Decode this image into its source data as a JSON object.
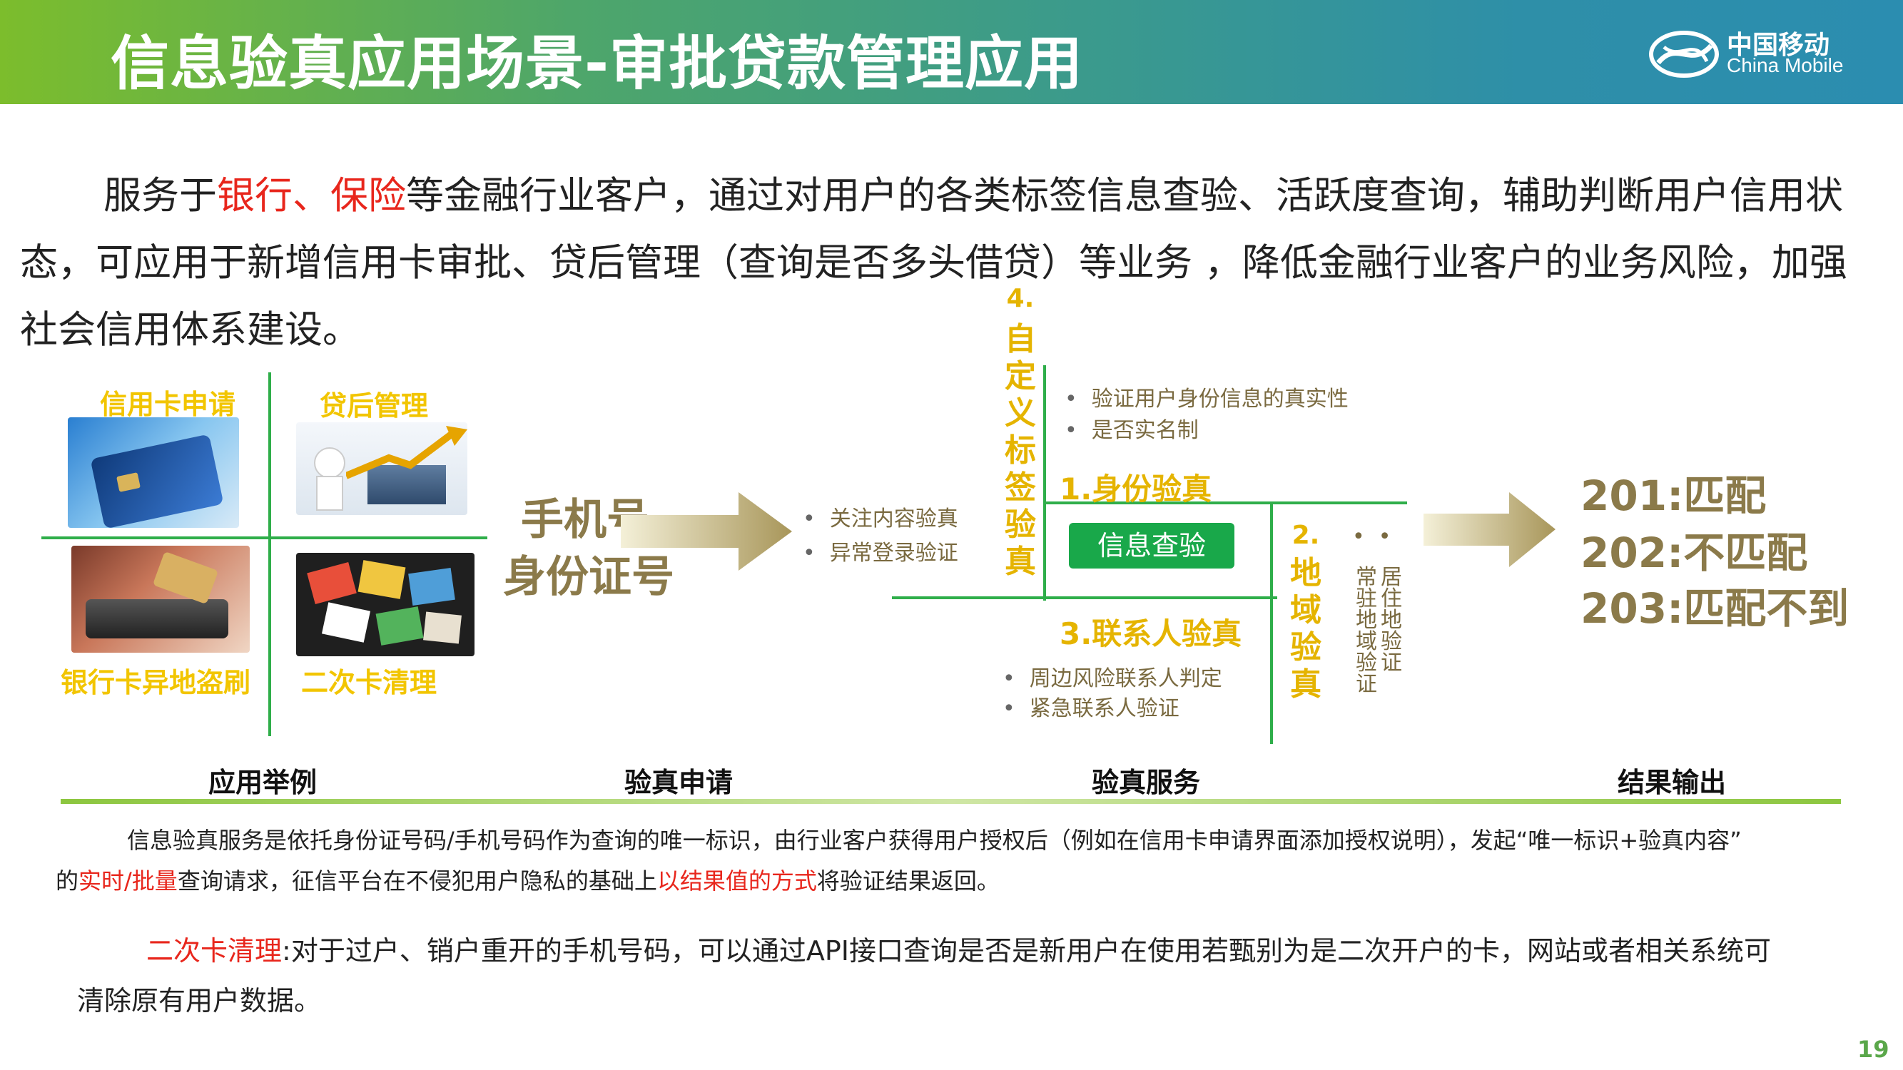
{
  "header": {
    "title": "信息验真应用场景-审批贷款管理应用",
    "logo_cn": "中国移动",
    "logo_en": "China Mobile"
  },
  "intro": {
    "l1_a": "服务于",
    "l1_red": "银行、保险",
    "l1_b": "等金融行业客户，通过对用户的各类标签信息查验、活跃度查询，辅助判断用户信用状",
    "l2": "态，可应用于新增信用卡审批、贷后管理（查询是否多头借贷）等业务 ，降低金融行业客户的业务风险，加强",
    "l3": "社会信用体系建设。"
  },
  "examples": {
    "credit_card": "信用卡申请",
    "loan_mgmt": "贷后管理",
    "bank_fraud": "银行卡异地盗刷",
    "second_card": "二次卡清理"
  },
  "request": {
    "line1": "手机号",
    "line2": "身份证号",
    "bullets": [
      "关注内容验真",
      "异常登录验证"
    ]
  },
  "service": {
    "custom_num": "4.",
    "custom_chars": [
      "自",
      "定",
      "义",
      "标",
      "签",
      "验",
      "真"
    ],
    "id_bullets": [
      "验证用户身份信息的真实性",
      "是否实名制"
    ],
    "id_title": "1.身份验真",
    "center_button": "信息查验",
    "contact_title": "3.联系人验真",
    "contact_bullets": [
      "周边风险联系人判定",
      "紧急联系人验证"
    ],
    "region_num": "2.",
    "region_chars": [
      "地",
      "域",
      "验",
      "真"
    ],
    "region_col1": [
      "常",
      "驻",
      "地",
      "域",
      "验",
      "证"
    ],
    "region_col2": [
      "居",
      "住",
      "地",
      "验",
      "证"
    ]
  },
  "results": [
    "201:匹配",
    "202:不匹配",
    "203:匹配不到"
  ],
  "columns": [
    "应用举例",
    "验真申请",
    "验真服务",
    "结果输出"
  ],
  "note": {
    "p1": "信息验真服务是依托身份证号码/手机号码作为查询的唯一标识，由行业客户获得用户授权后（例如在信用卡申请界面添加授权说明），发起“唯一标识+验真内容”",
    "p2_a": "的",
    "p2_red1": "实时/批量",
    "p2_b": "查询请求，征信平台在不侵犯用户隐私的基础上",
    "p2_red2": "以结果值的方式",
    "p2_c": "将验证结果返回。",
    "p3_red": "二次卡清理",
    "p3_a": ":对于过户、销户重开的手机号码，可以通过API接口查询是否是新用户在使用若甄别为是二次开户的卡，网站或者相关系统可",
    "p4": "清除原有用户数据。"
  },
  "page_number": "19",
  "colors": {
    "accent_green": "#2fae4a",
    "gold": "#e5b400",
    "red": "#e8261c"
  }
}
